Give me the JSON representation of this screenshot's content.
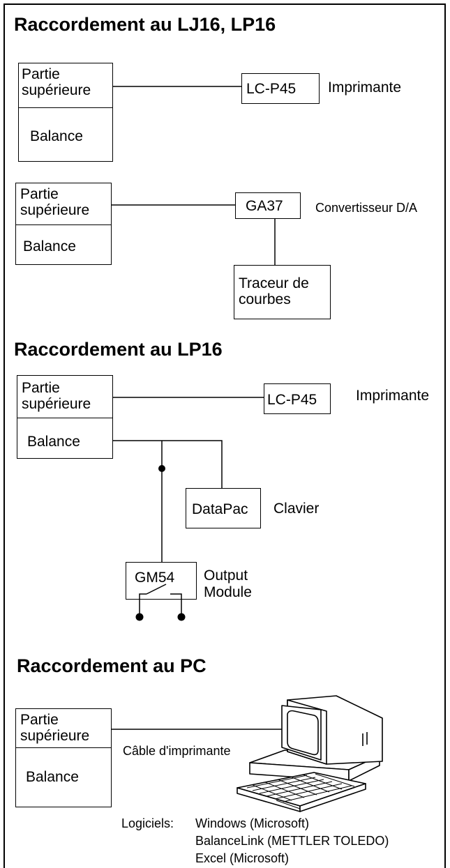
{
  "sections": {
    "lj16_lp16": "Raccordement au LJ16, LP16",
    "lp16": "Raccordement au LP16",
    "pc": "Raccordement au PC"
  },
  "labels": {
    "upper_part": "Partie\nsupérieure",
    "balance": "Balance",
    "lcp45": "LC-P45",
    "printer": "Imprimante",
    "ga37": "GA37",
    "da_converter": "Convertisseur D/A",
    "plotter": "Traceur de\ncourbes",
    "datapac": "DataPac",
    "keyboard": "Clavier",
    "gm54": "GM54",
    "output_module": "Output\nModule",
    "printer_cable": "Câble d'imprimante"
  },
  "software": {
    "prefix": "Logiciels:",
    "items": [
      "Windows (Microsoft)",
      "BalanceLink (METTLER TOLEDO)",
      "Excel (Microsoft)"
    ]
  },
  "icons": {
    "computer": "computer-icon",
    "keyboard": "keyboard-icon",
    "junction": "junction-dot-icon"
  }
}
